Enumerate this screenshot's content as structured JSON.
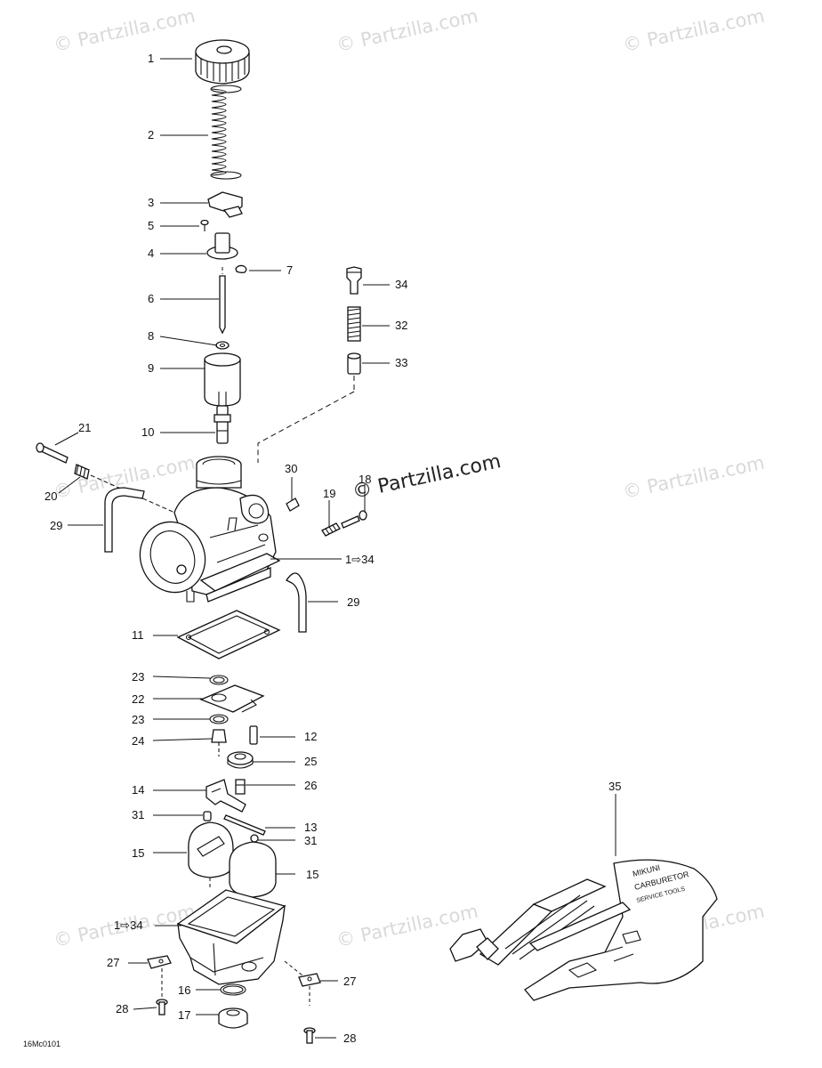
{
  "watermark": "© Partzilla.com",
  "drawing_code": "16Mc0101",
  "callouts": {
    "c1": "1",
    "c2": "2",
    "c3": "3",
    "c4": "4",
    "c5": "5",
    "c6": "6",
    "c7": "7",
    "c8": "8",
    "c9": "9",
    "c10": "10",
    "c11": "11",
    "c12": "12",
    "c13": "13",
    "c14": "14",
    "c15a": "15",
    "c15b": "15",
    "c16": "16",
    "c17": "17",
    "c18": "18",
    "c19": "19",
    "c20": "20",
    "c21": "21",
    "c22": "22",
    "c23a": "23",
    "c23b": "23",
    "c24": "24",
    "c25": "25",
    "c26": "26",
    "c27a": "27",
    "c27b": "27",
    "c28a": "28",
    "c28b": "28",
    "c29a": "29",
    "c29b": "29",
    "c30": "30",
    "c31a": "31",
    "c31b": "31",
    "c32": "32",
    "c33": "33",
    "c34": "34",
    "c35": "35",
    "ref_bowl": "1⇨34",
    "ref_body": "1⇨34"
  },
  "kit_text": [
    "MIKUNI",
    "CARBURETOR",
    "SERVICE TOOLS"
  ]
}
